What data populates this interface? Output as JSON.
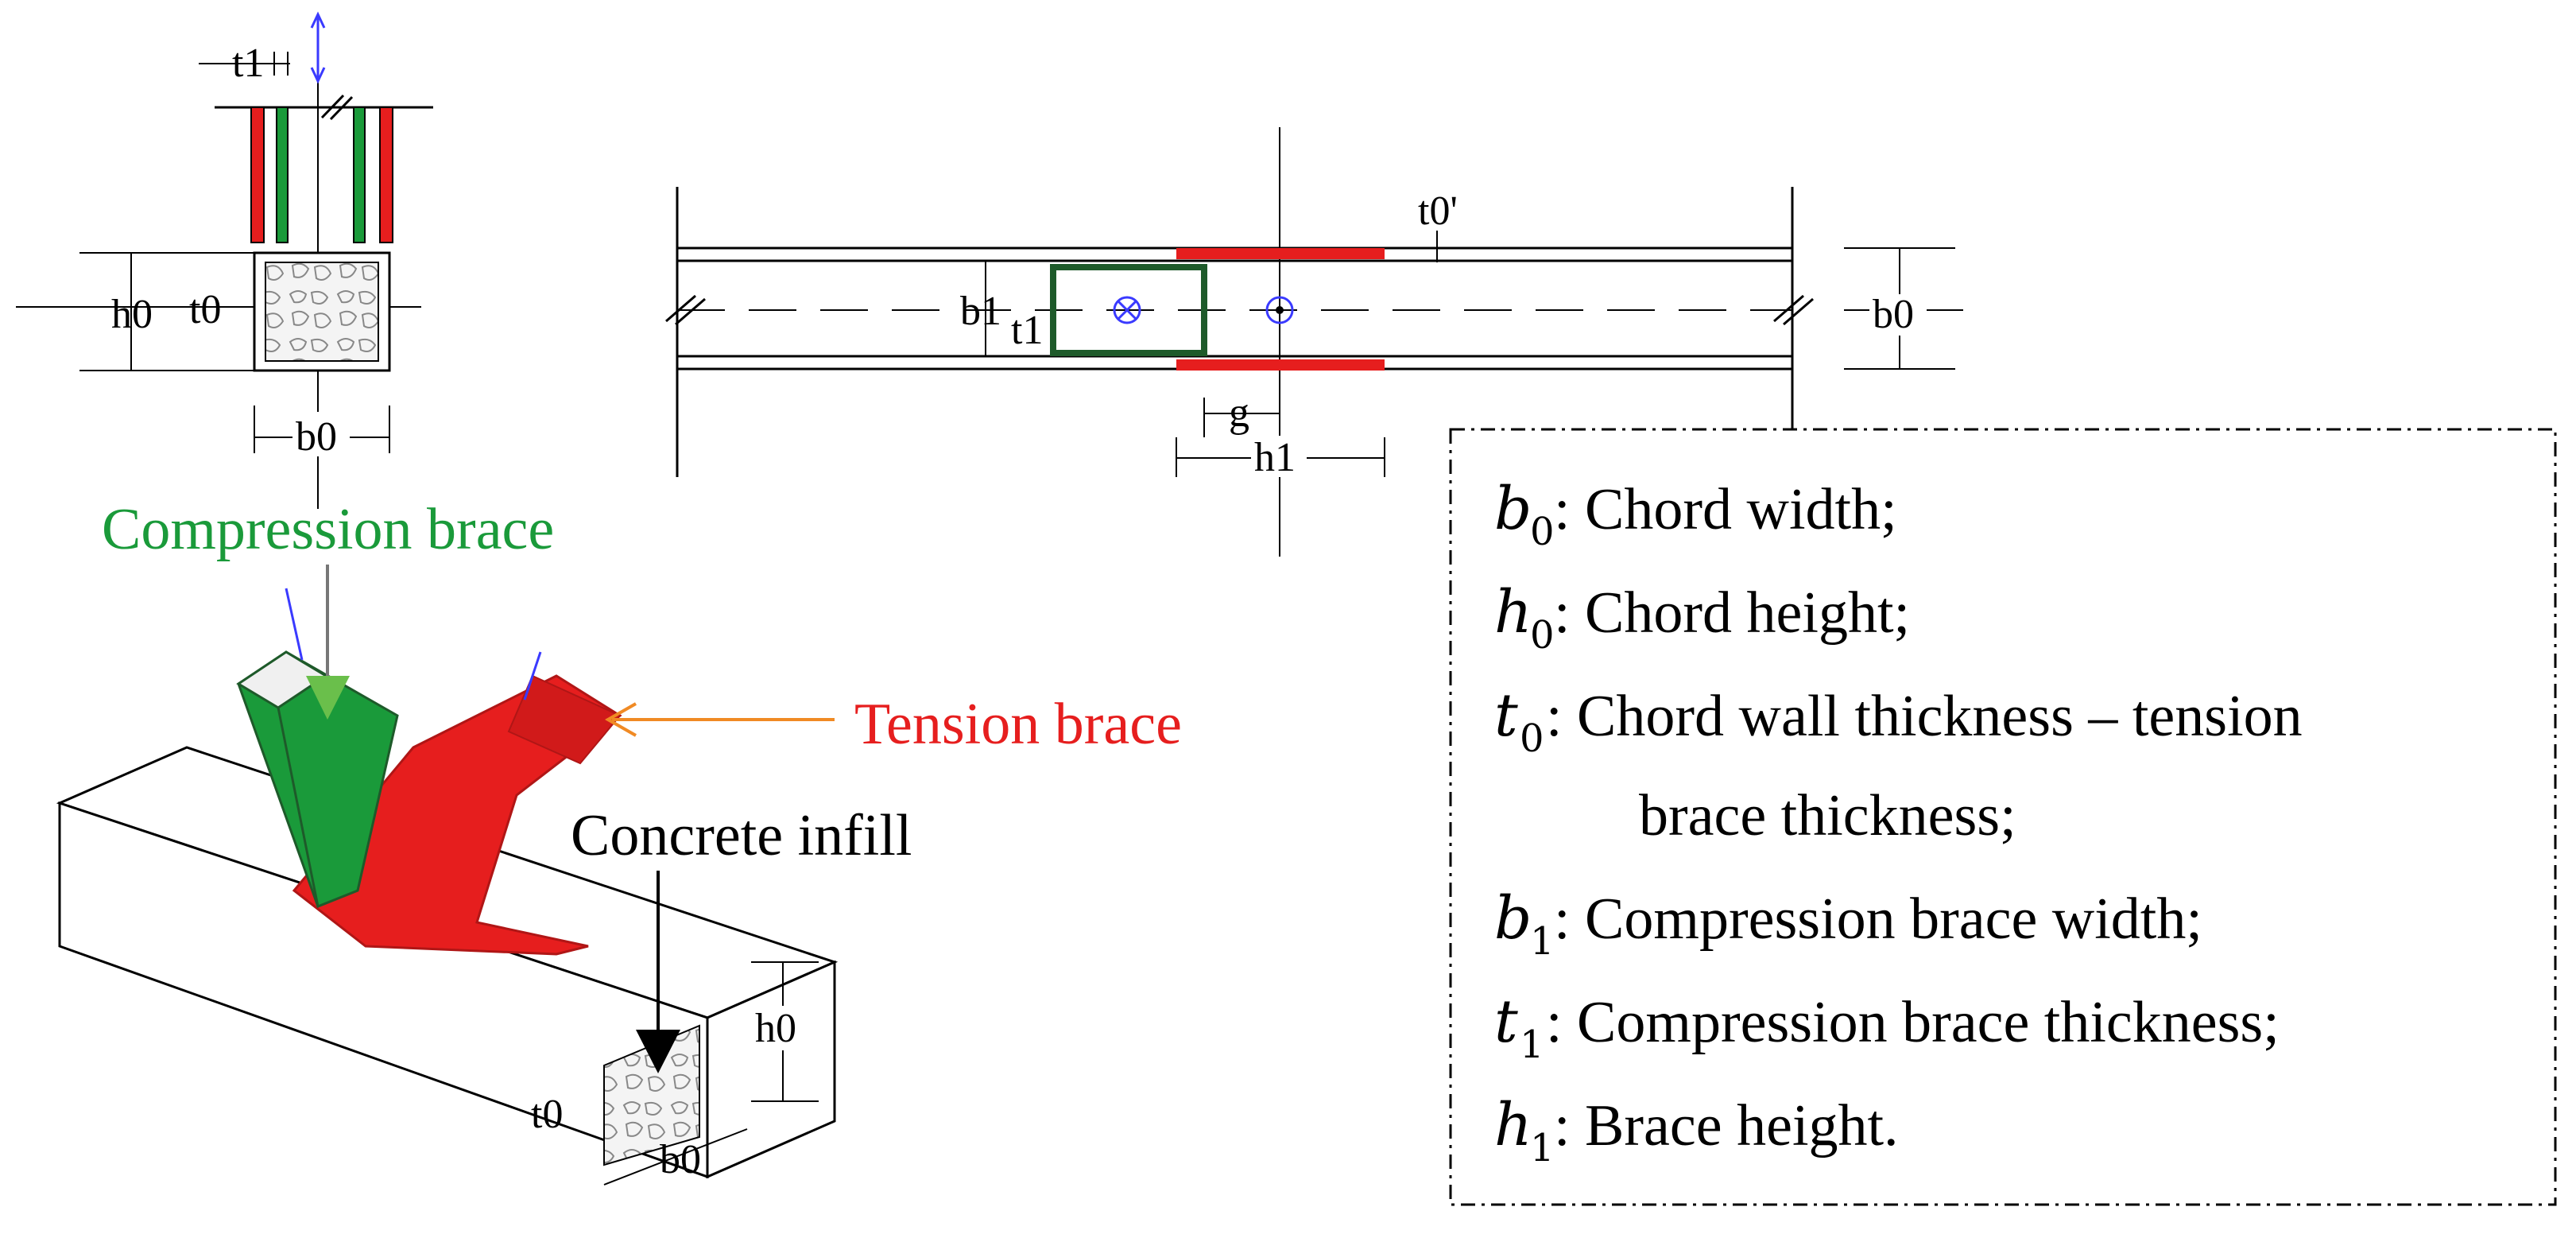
{
  "callouts": {
    "compression": "Compression brace",
    "tension": "Tension brace",
    "infill": "Concrete infill"
  },
  "dims": {
    "t1": "t1",
    "h0": "h0",
    "t0": "t0",
    "b0": "b0",
    "b1": "b1",
    "g": "g",
    "h1": "h1",
    "t0prime": "t0'"
  },
  "legend": [
    {
      "sym": "b",
      "sub": "0",
      "text": ": Chord width;"
    },
    {
      "sym": "h",
      "sub": "0",
      "text": ": Chord height;"
    },
    {
      "sym": "t",
      "sub": "0",
      "text": ": Chord wall thickness – tension"
    },
    {
      "cont": "brace thickness;"
    },
    {
      "sym": "b",
      "sub": "1",
      "text": ":  Compression brace width;"
    },
    {
      "sym": "t",
      "sub": "1",
      "text": ": Compression brace thickness;"
    },
    {
      "sym": "h",
      "sub": "1",
      "text": ": Brace height."
    }
  ],
  "colors": {
    "compression": "#1a9a3a",
    "compression_dark": "#1e5a2a",
    "tension": "#e61e1e",
    "tension_dark": "#b01616",
    "axis_blue": "#3a3aff"
  }
}
